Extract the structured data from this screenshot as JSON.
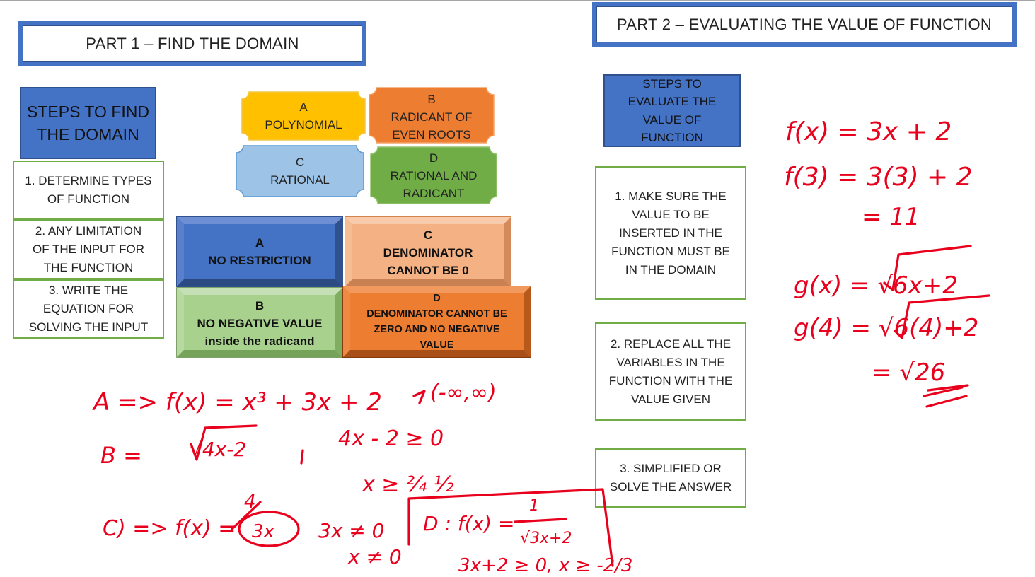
{
  "part1": {
    "title": "PART 1 – FIND THE DOMAIN"
  },
  "part2": {
    "title": "PART 2 – EVALUATING THE VALUE OF FUNCTION"
  },
  "steps_domain": {
    "heading_line1": "STEPS TO FIND",
    "heading_line2": "THE DOMAIN",
    "items": [
      {
        "l1": "1.  DETERMINE TYPES",
        "l2": "OF FUNCTION"
      },
      {
        "l1": "2.  ANY LIMITATION",
        "l2": "OF THE INPUT FOR",
        "l3": "THE FUNCTION"
      },
      {
        "l1": "3.  WRITE THE",
        "l2": "EQUATION FOR",
        "l3": "SOLVING THE INPUT"
      }
    ]
  },
  "function_types": [
    {
      "letter": "A",
      "l1": "POLYNOMIAL",
      "color": "#ffc000"
    },
    {
      "letter": "B",
      "l1": "RADICANT OF",
      "l2": "EVEN ROOTS",
      "color": "#ed7d31"
    },
    {
      "letter": "C",
      "l1": "RATIONAL",
      "color": "#9dc3e6"
    },
    {
      "letter": "D",
      "l1": "RATIONAL AND",
      "l2": "RADICANT",
      "color": "#70ad47"
    }
  ],
  "restrictions": [
    {
      "letter": "A",
      "l1": "NO RESTRICTION",
      "color": "#4472c4"
    },
    {
      "letter": "C",
      "l1": "DENOMINATOR",
      "l2": "CANNOT BE 0",
      "color": "#f4b183"
    },
    {
      "letter": "B",
      "l1": "NO NEGATIVE VALUE",
      "l2": "inside the radicand",
      "color": "#a9d18e"
    },
    {
      "letter": "D",
      "l1": "DENOMINATOR CANNOT BE",
      "l2": "ZERO AND NO NEGATIVE",
      "l3": "VALUE",
      "color": "#ed7d31"
    }
  ],
  "steps_evaluate": {
    "heading": [
      "STEPS TO",
      "EVALUATE THE",
      "VALUE OF",
      "FUNCTION"
    ],
    "items": [
      {
        "lines": [
          "1.  MAKE SURE THE",
          "VALUE TO BE",
          "INSERTED IN THE",
          "FUNCTION MUST BE",
          "IN THE DOMAIN"
        ]
      },
      {
        "lines": [
          "2.  REPLACE ALL THE",
          "VARIABLES IN THE",
          "FUNCTION WITH THE",
          "VALUE GIVEN"
        ]
      },
      {
        "lines": [
          "3.  SIMPLIFIED OR",
          "SOLVE THE ANSWER"
        ]
      }
    ]
  },
  "handwriting": {
    "a_line": "A => f(x) = x³ + 3x + 2",
    "a_domain": "(-∞,∞)",
    "b_label": "B =",
    "b_rad": "√4x-2",
    "b_ineq": "4x - 2 ≥ 0",
    "b_sol": "x ≥ ²⁄₄  ½",
    "c_label": "C) => f(x) =",
    "c_num": "4",
    "c_den": "3x",
    "c_w1": "3x ≠ 0",
    "c_w2": "x ≠ 0",
    "d_label": "D : f(x) =",
    "d_num": "1",
    "d_den": "√3x+2",
    "d_w": "3x+2 ≥ 0, x ≥ -2/3",
    "f1": "f(x) = 3x + 2",
    "f2": "f(3) = 3(3) + 2",
    "f3": "= 11",
    "g1": "g(x) = √6x+2",
    "g2": "g(4) = √6(4)+2",
    "g3": "= √26"
  },
  "colors": {
    "accent_blue": "#4472c4",
    "step_border": "#70ad47",
    "ink": "#e8001c"
  }
}
